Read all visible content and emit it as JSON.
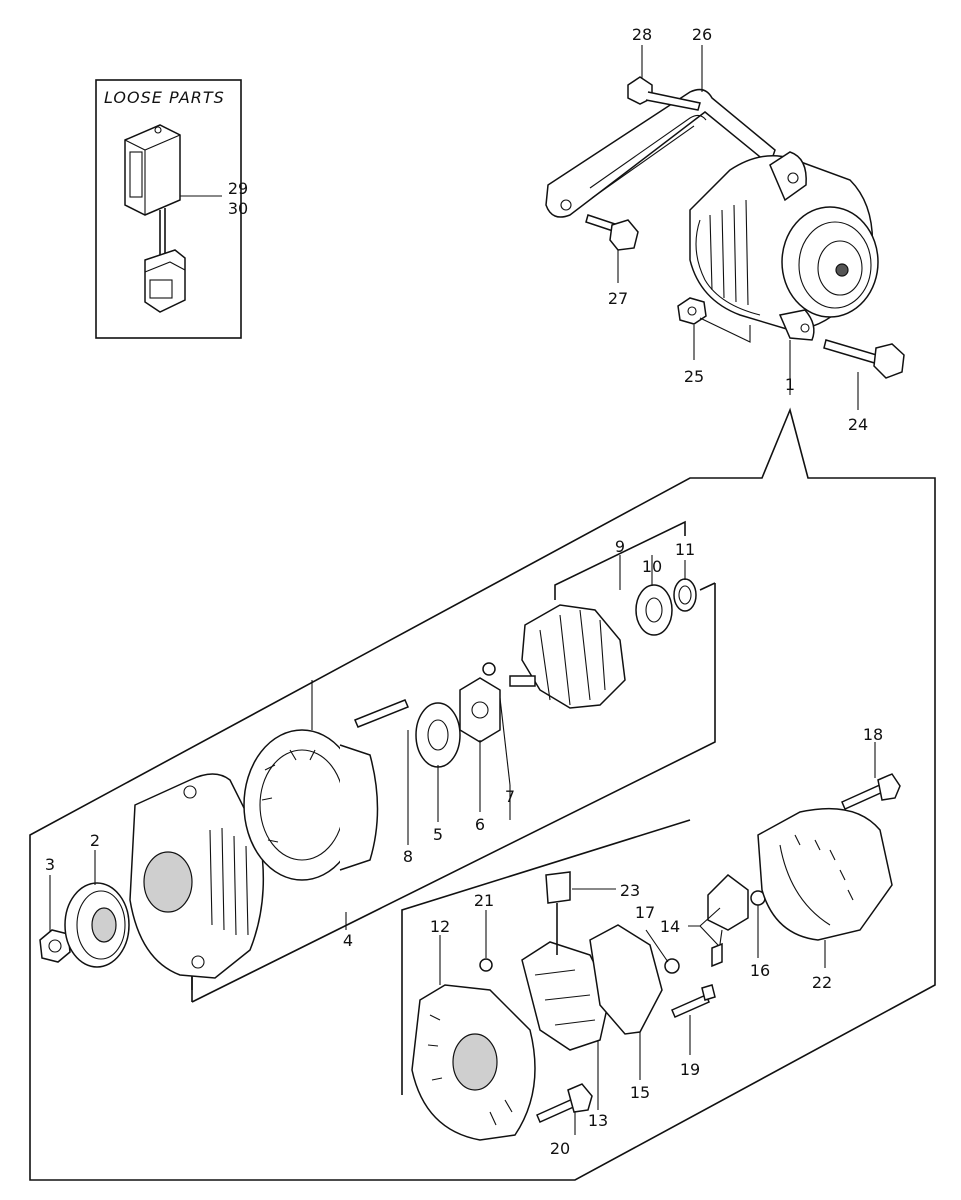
{
  "loose_parts": {
    "title": "LOOSE PARTS"
  },
  "labels": {
    "p1": "1",
    "p2": "2",
    "p3": "3",
    "p4": "4",
    "p5": "5",
    "p6": "6",
    "p7": "7",
    "p8": "8",
    "p9": "9",
    "p10": "10",
    "p11": "11",
    "p12": "12",
    "p13": "13",
    "p14": "14",
    "p15": "15",
    "p16": "16",
    "p17": "17",
    "p18": "18",
    "p19": "19",
    "p20": "20",
    "p21": "21",
    "p22": "22",
    "p23": "23",
    "p24": "24",
    "p25": "25",
    "p26": "26",
    "p27": "27",
    "p28": "28",
    "p29": "29",
    "p30": "30"
  }
}
